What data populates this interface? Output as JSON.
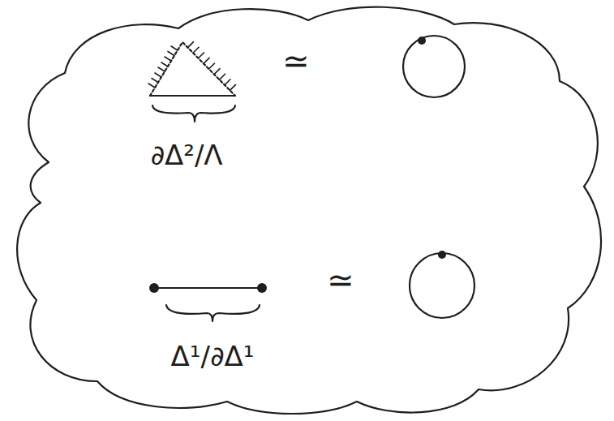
{
  "diagram": {
    "labels": [
      "≃",
      "∂Δ²/Λ",
      "≃",
      "Δ¹/∂Δ¹"
    ]
  }
}
